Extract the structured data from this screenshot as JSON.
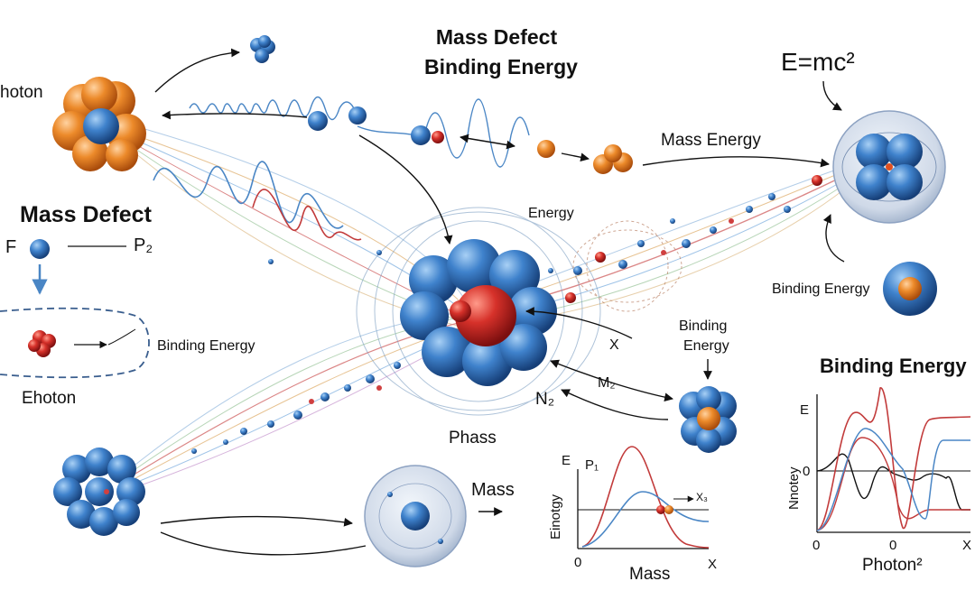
{
  "title_top": {
    "line1": "Mass Defect",
    "line2": "Binding Energy"
  },
  "equation": "E=mc²",
  "labels": {
    "hoton": "hoton",
    "mass_defect": "Mass Defect",
    "f": "F",
    "p2": "P₂",
    "binding_energy_left": "Binding Energy",
    "ehoton": "Ehoton",
    "energy_center": "Energy",
    "mass_energy": "Mass Energy",
    "binding_energy_right": "Binding Energy",
    "binding_energy_small": "Binding",
    "binding_energy_small2": "Energy",
    "x_center": "X",
    "m2": "M₂",
    "n2": "N₂",
    "phass": "Phass",
    "mass_bottom": "Mass"
  },
  "chart_left": {
    "e_axis": "E",
    "p1": "P₁",
    "y_label": "Einotgy",
    "origin": "0",
    "x_end": "X",
    "x_label": "Mass",
    "arrow_label": "X₃"
  },
  "chart_right": {
    "title": "Binding Energy",
    "e_axis": "E",
    "y_label": "Nnotey",
    "zero_y": "0",
    "zero_x": "0",
    "zero_x_mid": "0",
    "x_end": "X",
    "x_label": "Photon²"
  },
  "colors": {
    "blue_sphere": "#2f6fb8",
    "orange_sphere": "#e07a1f",
    "red_sphere": "#cc2222",
    "wave_blue": "#4a86c5",
    "wave_red": "#c23b3b"
  }
}
